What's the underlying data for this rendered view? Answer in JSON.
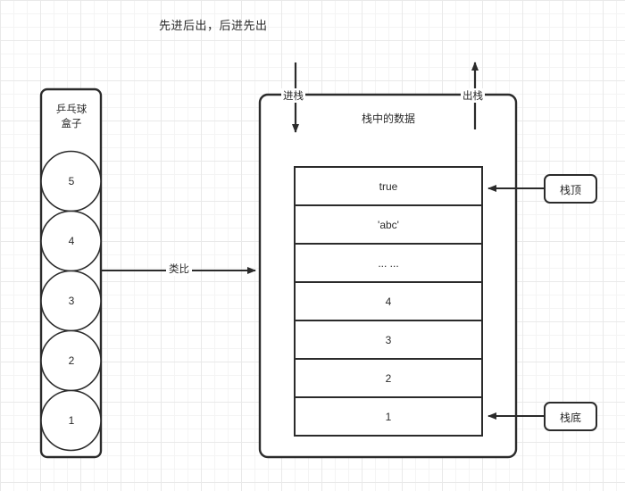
{
  "title": "先进后出，后进先出",
  "ball_box": {
    "label_line1": "乒乓球",
    "label_line2": "盒子",
    "balls": [
      "5",
      "4",
      "3",
      "2",
      "1"
    ]
  },
  "analogy": {
    "label": "类比"
  },
  "stack": {
    "heading": "栈中的数据",
    "push_label": "进栈",
    "pop_label": "出栈",
    "cells": [
      "true",
      "'abc'",
      "... ...",
      "4",
      "3",
      "2",
      "1"
    ],
    "top_callout": "栈顶",
    "bottom_callout": "栈底"
  },
  "colors": {
    "stroke": "#2b2b2b",
    "fill": "#ffffff",
    "grid_minor": "#f4f4f4",
    "grid_major": "#e9e9e9",
    "text": "#2a2a2a"
  }
}
